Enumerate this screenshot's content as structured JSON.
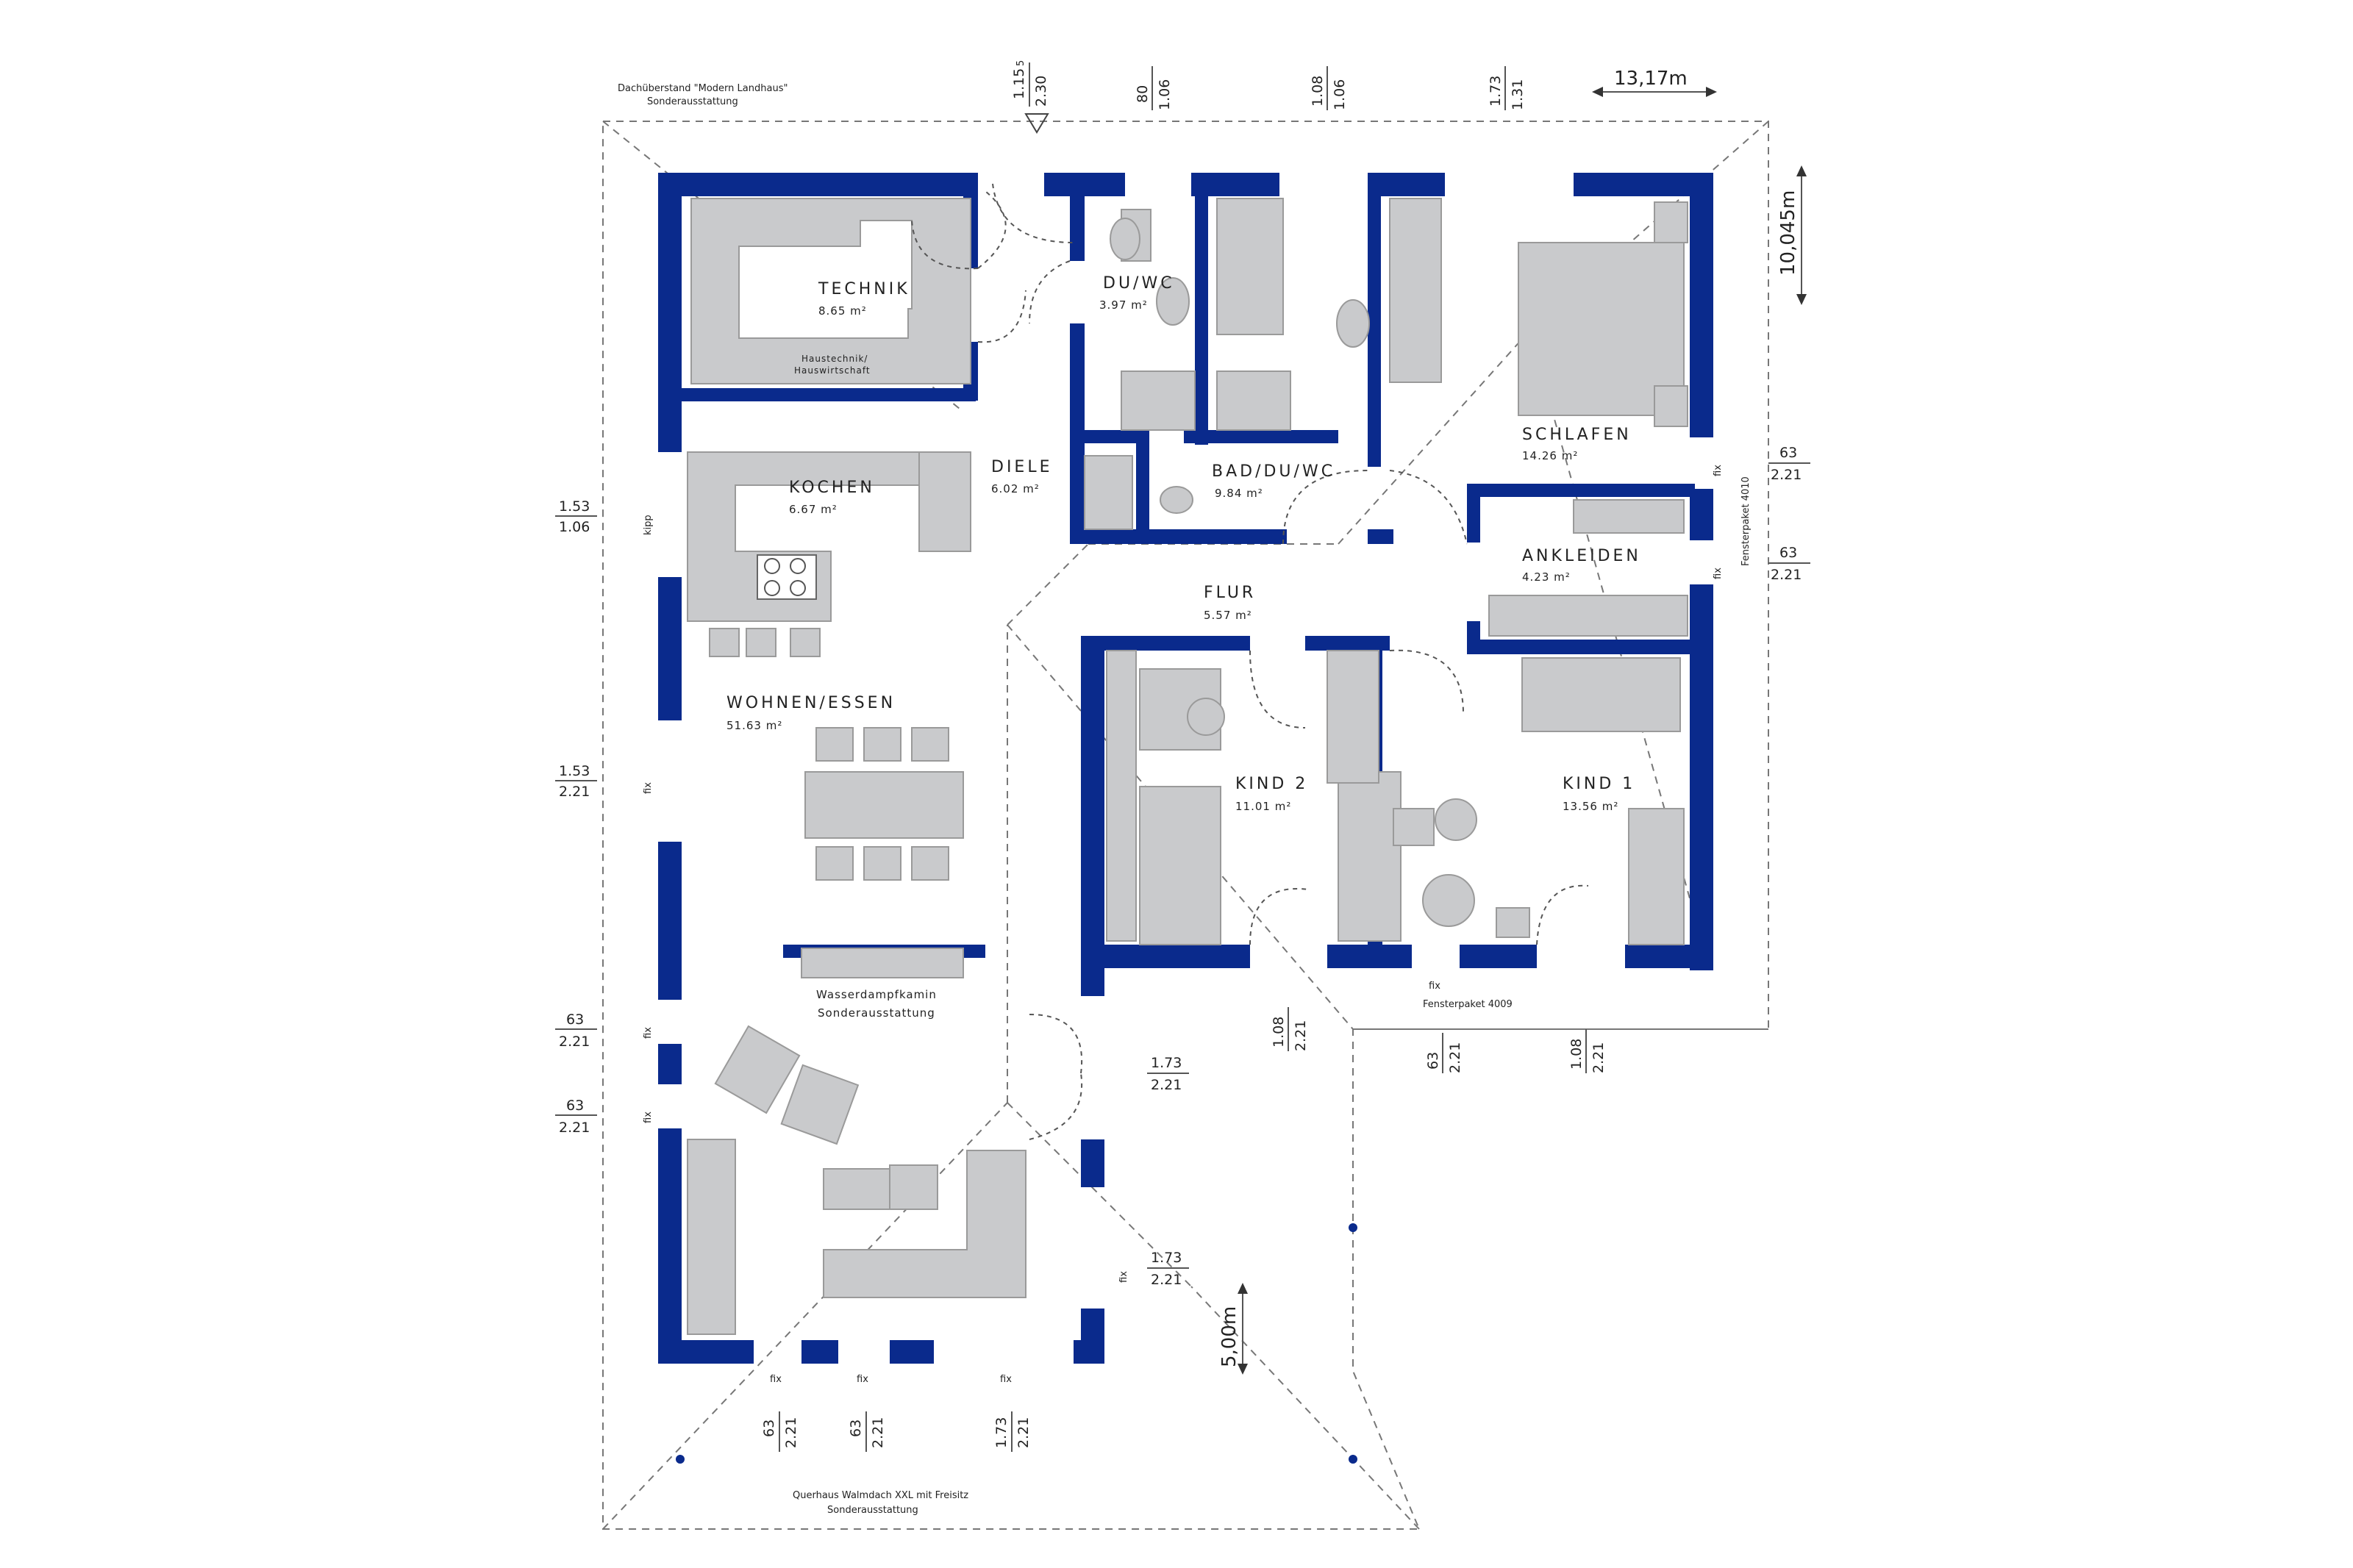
{
  "rooms": {
    "technik": {
      "name": "TECHNIK",
      "area": "8.65 m²",
      "note_line1": "Haustechnik/",
      "note_line2": "Hauswirtschaft"
    },
    "duwc": {
      "name": "DU/WC",
      "area": "3.97 m²"
    },
    "baddu": {
      "name": "BAD/DU/WC",
      "area": "9.84 m²"
    },
    "schlafen": {
      "name": "SCHLAFEN",
      "area": "14.26 m²"
    },
    "kochen": {
      "name": "KOCHEN",
      "area": "6.67 m²"
    },
    "diele": {
      "name": "DIELE",
      "area": "6.02 m²"
    },
    "ankleiden": {
      "name": "ANKLEIDEN",
      "area": "4.23 m²"
    },
    "flur": {
      "name": "FLUR",
      "area": "5.57 m²"
    },
    "wohnen": {
      "name": "WOHNEN/ESSEN",
      "area": "51.63 m²"
    },
    "kind2": {
      "name": "KIND 2",
      "area": "11.01 m²"
    },
    "kind1": {
      "name": "KIND 1",
      "area": "13.56 m²"
    }
  },
  "notes": {
    "roof_top_1": "Dachüberstand \"Modern Landhaus\"",
    "roof_top_2": "Sonderausstattung",
    "fireplace_1": "Wasserdampfkamin",
    "fireplace_2": "Sonderausstattung",
    "roof_bottom_1": "Querhaus Walmdach XXL mit Freisitz",
    "roof_bottom_2": "Sonderausstattung",
    "fenster_4009": "Fensterpaket 4009",
    "fenster_4010": "Fensterpaket 4010",
    "kipp": "kipp",
    "fix": "fix"
  },
  "dimensions": {
    "width_total": "13,17m",
    "depth_total": "10,045m",
    "terrace_depth": "5,00m"
  },
  "window_marks": {
    "top_a": {
      "top": "1.15",
      "sup": "5",
      "bottom": "2.30"
    },
    "top_b": {
      "top": "80",
      "bottom": "1.06"
    },
    "top_c": {
      "top": "1.08",
      "bottom": "1.06"
    },
    "top_d": {
      "top": "1.73",
      "bottom": "1.31"
    },
    "left_a": {
      "top": "1.53",
      "bottom": "1.06"
    },
    "left_b": {
      "top": "1.53",
      "bottom": "2.21"
    },
    "left_c": {
      "top": "63",
      "bottom": "2.21"
    },
    "left_d": {
      "top": "63",
      "bottom": "2.21"
    },
    "right_a": {
      "top": "63",
      "bottom": "2.21"
    },
    "right_b": {
      "top": "63",
      "bottom": "2.21"
    },
    "mid_a": {
      "top": "1.08",
      "bottom": "2.21"
    },
    "mid_b": {
      "top": "1.73",
      "bottom": "2.21"
    },
    "mid_c": {
      "top": "1.73",
      "bottom": "2.21"
    },
    "bot_r_a": {
      "top": "63",
      "bottom": "2.21"
    },
    "bot_r_b": {
      "top": "1.08",
      "bottom": "2.21"
    },
    "bot_a": {
      "top": "63",
      "bottom": "2.21"
    },
    "bot_b": {
      "top": "63",
      "bottom": "2.21"
    },
    "bot_c": {
      "top": "1.73",
      "bottom": "2.21"
    }
  },
  "colors": {
    "wall": "#0a2a8c",
    "furniture": "#c9cacc",
    "text": "#222222"
  }
}
